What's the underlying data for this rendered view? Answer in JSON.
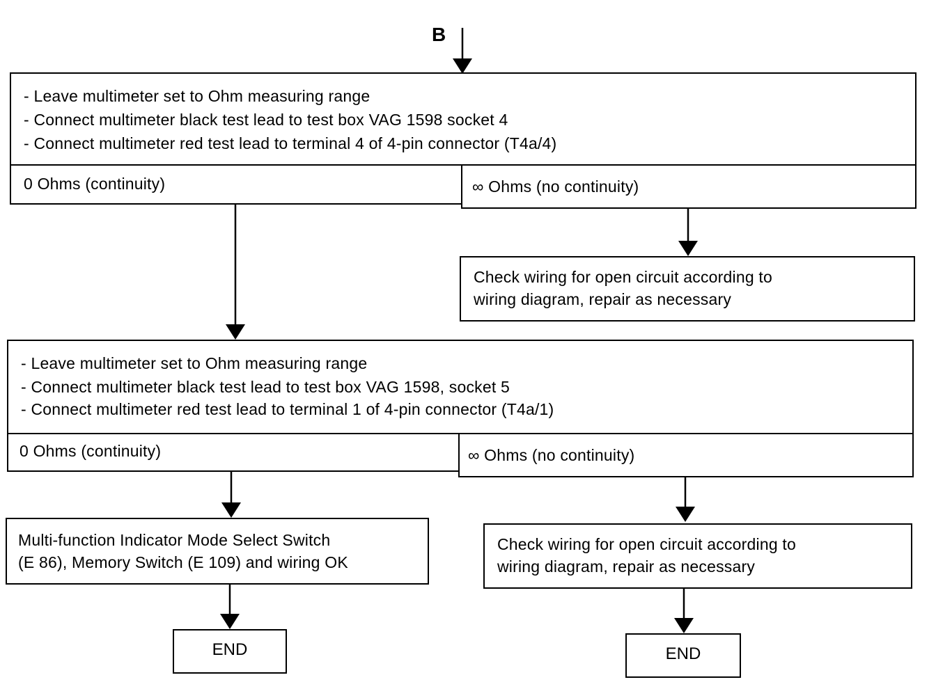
{
  "connector_label": "B",
  "step1": {
    "lines": [
      "- Leave multimeter set to Ohm measuring range",
      "- Connect multimeter black test lead to test box VAG 1598  socket 4",
      "- Connect multimeter red test lead to terminal 4 of 4-pin connector (T4a/4)"
    ],
    "left_result": "0 Ohms (continuity)",
    "right_result": "∞ Ohms (no continuity)"
  },
  "check1": {
    "lines": [
      "Check wiring for open circuit according to",
      "wiring diagram, repair as necessary"
    ]
  },
  "step2": {
    "lines": [
      "- Leave multimeter set to Ohm measuring range",
      "- Connect multimeter black test lead to test box VAG 1598, socket 5",
      "- Connect multimeter red test lead to terminal 1 of 4-pin connector (T4a/1)"
    ],
    "left_result": "0 Ohms (continuity)",
    "right_result": "∞ Ohms (no continuity)"
  },
  "ok_box": {
    "lines": [
      "Multi-function Indicator Mode Select Switch",
      "(E 86), Memory Switch (E 109) and wiring OK"
    ]
  },
  "check2": {
    "lines": [
      "Check wiring for open circuit according to",
      "wiring diagram, repair as necessary"
    ]
  },
  "end_left": "END",
  "end_right": "END"
}
